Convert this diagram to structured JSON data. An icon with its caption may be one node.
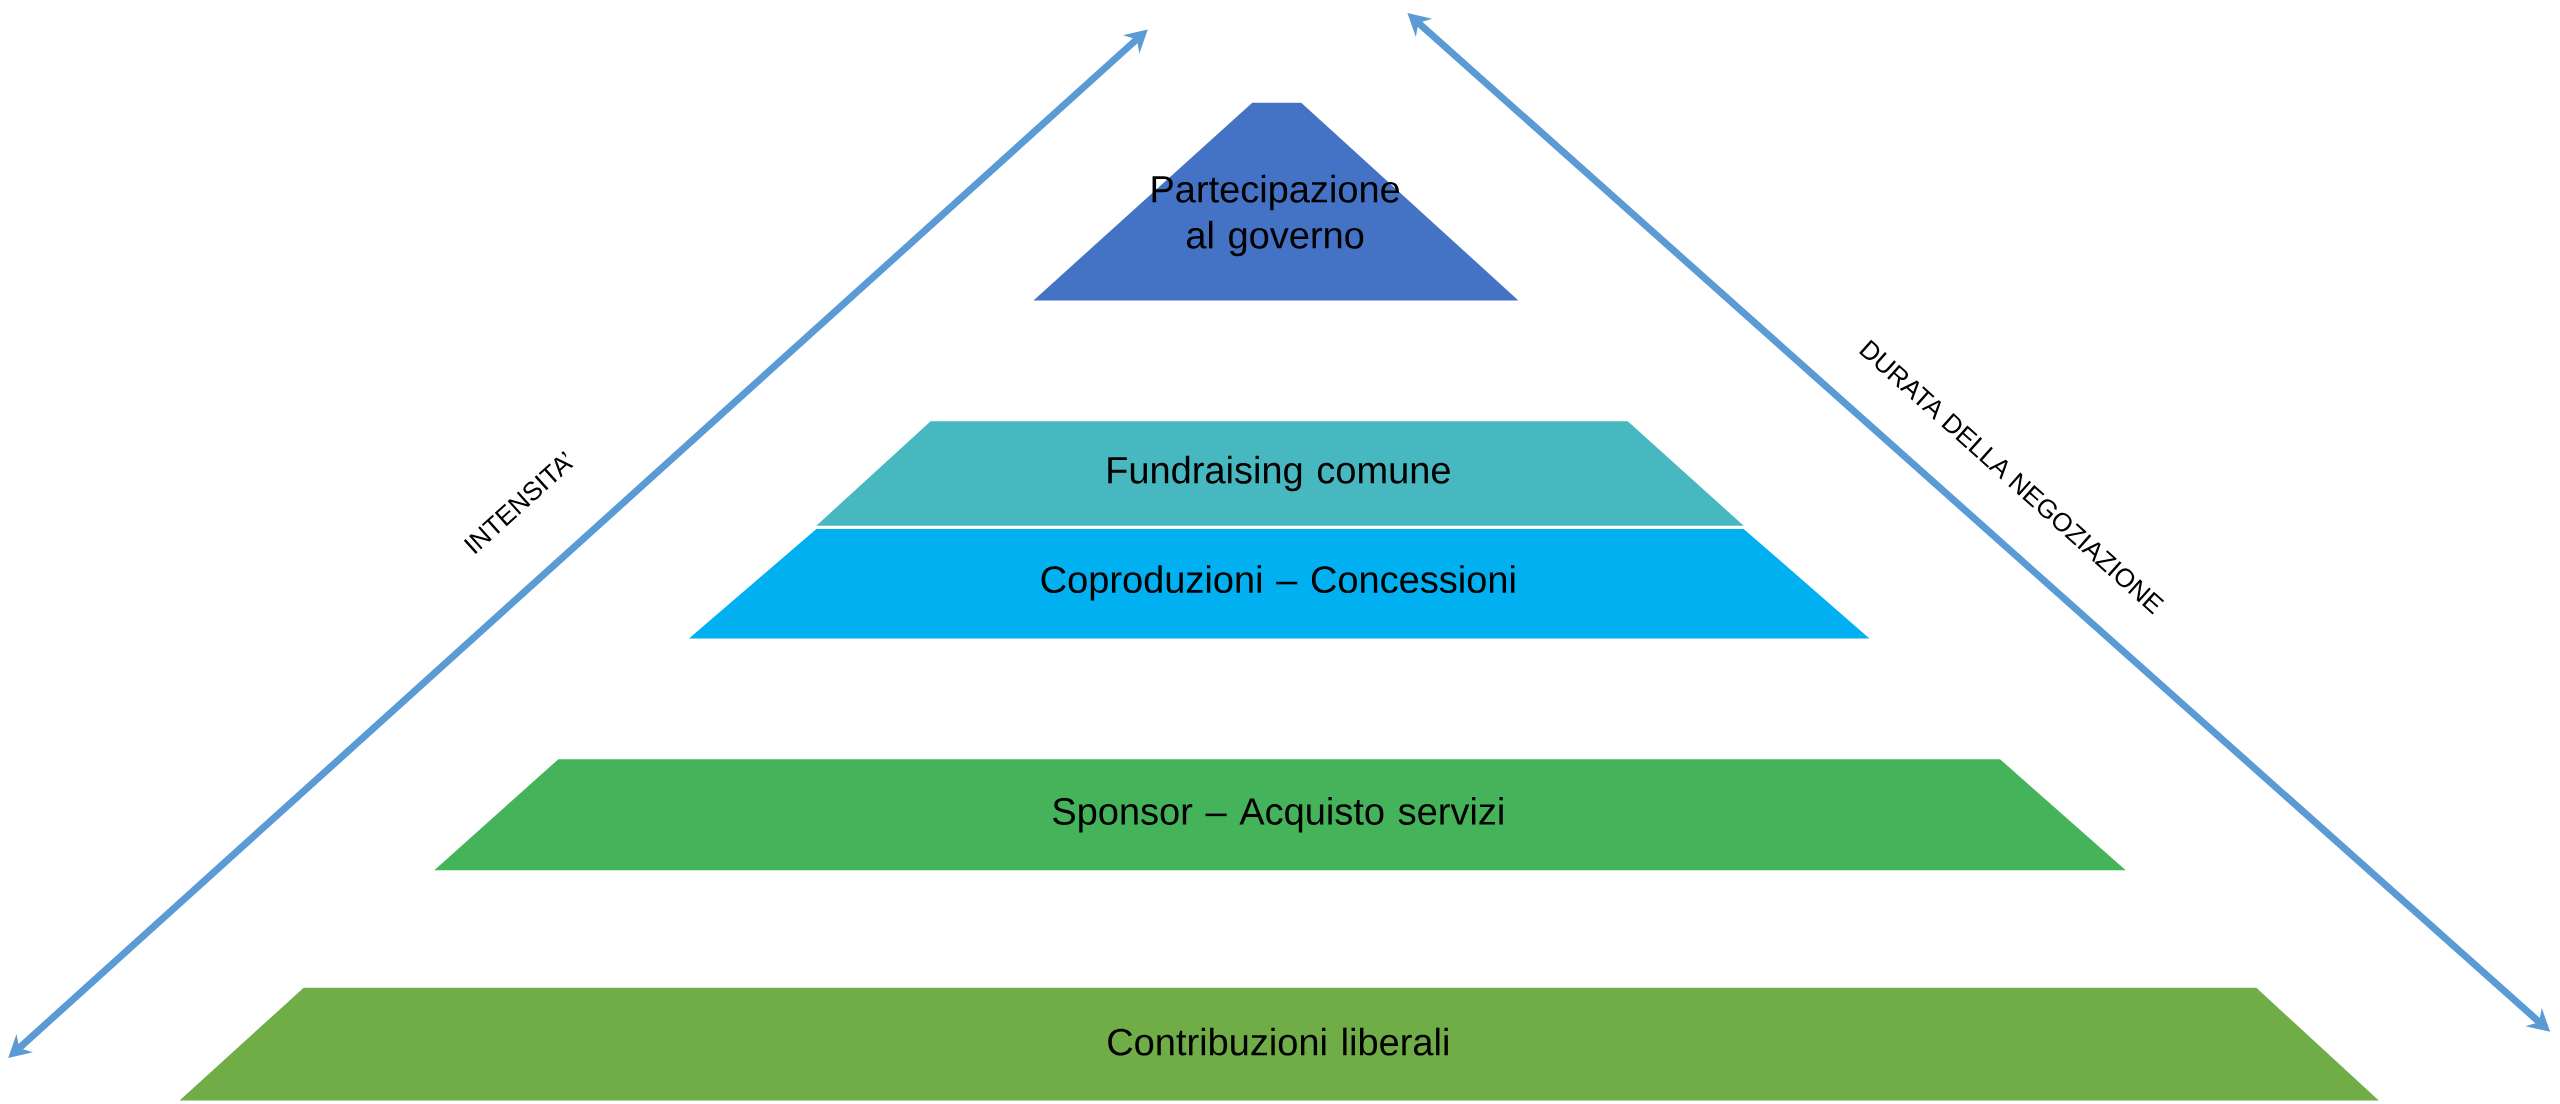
{
  "diagram": {
    "nodes": [
      {
        "text": [
          "Partecipazione al governo"
        ]
      },
      {
        "text": [
          "Fundraising comune"
        ]
      },
      {
        "text": [
          "Coproduzioni – Concessioni"
        ]
      },
      {
        "text": [
          "Sponsor – Acquisto servizi"
        ]
      },
      {
        "text": [
          "Contribuzioni liberali"
        ]
      }
    ],
    "labels": [
      "INTENSITA’",
      "DURATA DELLA NEGOZIAZIONE"
    ]
  }
}
